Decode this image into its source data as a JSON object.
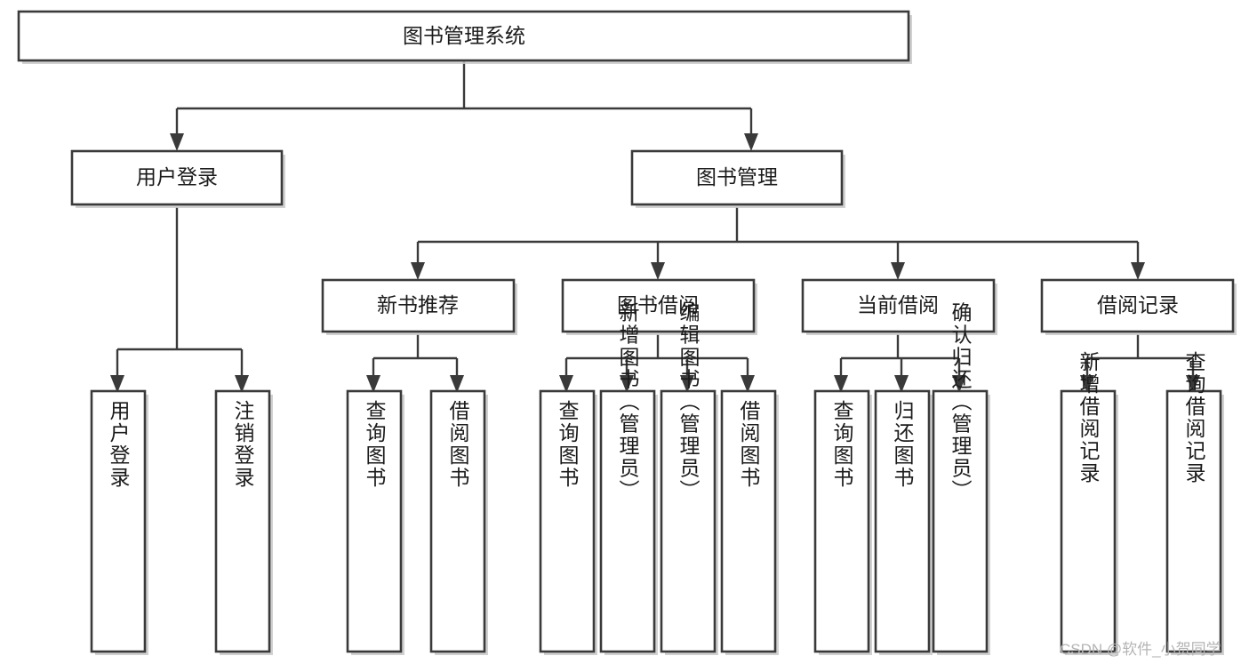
{
  "diagram": {
    "type": "tree",
    "title": "图书管理系统",
    "root": {
      "id": "root",
      "label": "图书管理系统"
    },
    "level2": [
      {
        "id": "user-login",
        "label": "用户登录"
      },
      {
        "id": "book-manage",
        "label": "图书管理"
      }
    ],
    "level3": [
      {
        "id": "new-book-recommend",
        "label": "新书推荐",
        "parent": "book-manage"
      },
      {
        "id": "book-borrow",
        "label": "图书借阅",
        "parent": "book-manage"
      },
      {
        "id": "current-borrow",
        "label": "当前借阅",
        "parent": "book-manage"
      },
      {
        "id": "borrow-record",
        "label": "借阅记录",
        "parent": "book-manage"
      }
    ],
    "leaves": {
      "user-login": [
        {
          "id": "leaf-user-login",
          "label": "用户登录"
        },
        {
          "id": "leaf-user-logout",
          "label": "注销登录"
        }
      ],
      "new-book-recommend": [
        {
          "id": "leaf-query-book-1",
          "label": "查询图书"
        },
        {
          "id": "leaf-borrow-book-1",
          "label": "借阅图书"
        }
      ],
      "book-borrow": [
        {
          "id": "leaf-query-book-2",
          "label": "查询图书"
        },
        {
          "id": "leaf-add-book",
          "label": "新增图书（管理员）"
        },
        {
          "id": "leaf-edit-book",
          "label": "编辑图书（管理员）"
        },
        {
          "id": "leaf-borrow-book-2",
          "label": "借阅图书"
        }
      ],
      "current-borrow": [
        {
          "id": "leaf-query-book-3",
          "label": "查询图书"
        },
        {
          "id": "leaf-return-book",
          "label": "归还图书"
        },
        {
          "id": "leaf-confirm-return",
          "label": "确认归还（管理员）"
        }
      ],
      "borrow-record": [
        {
          "id": "leaf-add-record",
          "label": "新增借阅记录"
        },
        {
          "id": "leaf-query-record",
          "label": "查询借阅记录"
        }
      ]
    },
    "colors": {
      "box_stroke": "#3a3a3a",
      "box_fill": "#ffffff",
      "edge": "#3a3a3a",
      "text": "#1b1b1b",
      "background": "#ffffff",
      "watermark": "#b4b4b4"
    }
  },
  "watermark": {
    "text": "CSDN @软件_小贺同学"
  }
}
